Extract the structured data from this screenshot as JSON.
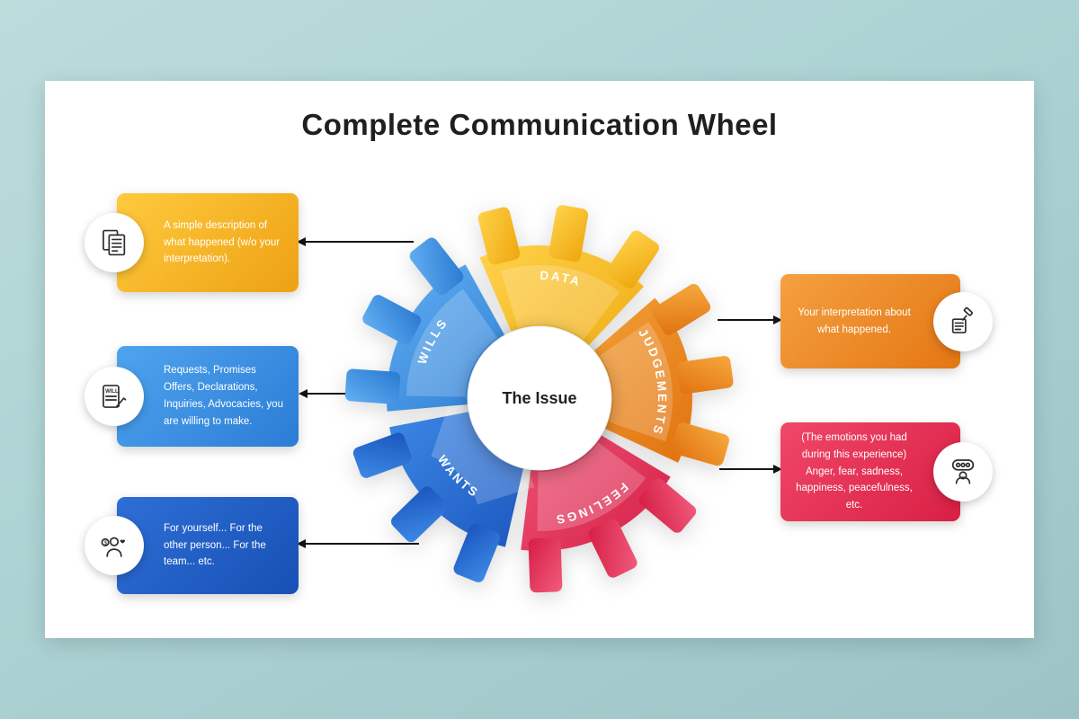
{
  "title": "Complete Communication Wheel",
  "center_label": "The Issue",
  "wheel": {
    "segments": [
      {
        "label": "DATA",
        "color_start": "#FFD24A",
        "color_end": "#EEA70D"
      },
      {
        "label": "JUDGEMENTS",
        "color_start": "#F7A93F",
        "color_end": "#E0720F"
      },
      {
        "label": "FEELINGS",
        "color_start": "#F25C7C",
        "color_end": "#D51D45"
      },
      {
        "label": "WANTS",
        "color_start": "#3E8AE8",
        "color_end": "#1A55BC"
      },
      {
        "label": "WILLS",
        "color_start": "#62AFF2",
        "color_end": "#2979D2"
      }
    ]
  },
  "callouts": {
    "left": [
      {
        "id": "data",
        "text": "A simple description of what happened (w/o your interpretation).",
        "icon": "document-list-icon",
        "color_start": "#FFCA3E",
        "color_end": "#EDA113"
      },
      {
        "id": "wills",
        "text": "Requests, Promises Offers, Declarations, Inquiries, Advocacies, you are willing to make.",
        "icon": "will-scroll-icon",
        "color_start": "#4FA4EE",
        "color_end": "#2B7CD6"
      },
      {
        "id": "wants",
        "text": "For yourself... For the other person... For the team... etc.",
        "icon": "person-money-icon",
        "color_start": "#2E6FD6",
        "color_end": "#1750B5"
      }
    ],
    "right": [
      {
        "id": "judgements",
        "text": "Your interpretation about what happened.",
        "icon": "gavel-hand-icon",
        "color_start": "#F5A040",
        "color_end": "#E47613"
      },
      {
        "id": "feelings",
        "text": "(The emotions you had during this experience) Anger, fear, sadness, happiness, peacefulness, etc.",
        "icon": "emotions-icon",
        "color_start": "#F04768",
        "color_end": "#D81F44"
      }
    ]
  },
  "background_color": "#a9d0d1",
  "card_color": "#ffffff"
}
